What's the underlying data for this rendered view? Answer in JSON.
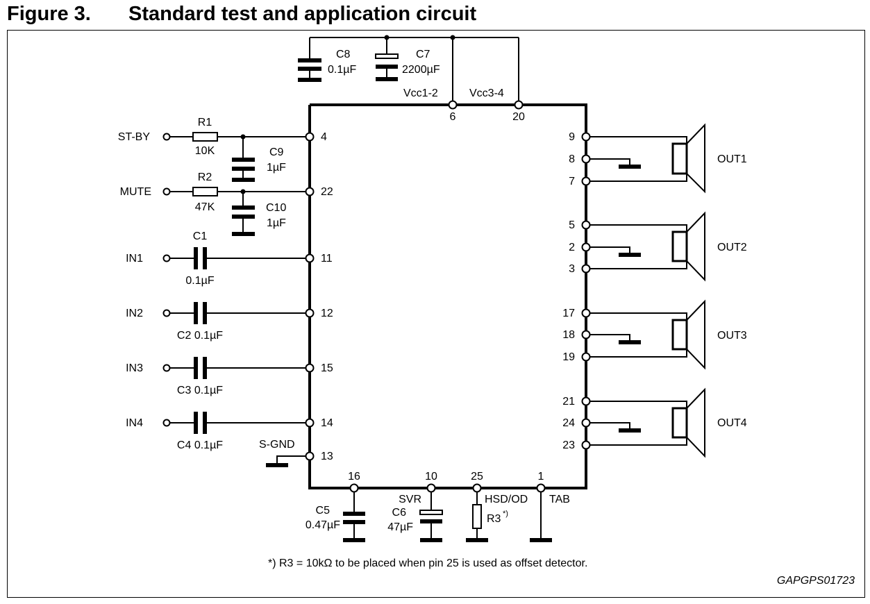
{
  "figure": {
    "number": "Figure 3.",
    "title": "Standard test and application circuit",
    "footnote": "*) R3 = 10kΩ to be placed when pin 25 is used as offset detector.",
    "code": "GAPGPS01723"
  },
  "top_components": {
    "c8": {
      "name": "C8",
      "value": "0.1µF"
    },
    "c7": {
      "name": "C7",
      "value": "2200µF"
    },
    "vcc12": "Vcc1-2",
    "vcc34": "Vcc3-4",
    "pin6": "6",
    "pin20": "20"
  },
  "left_inputs": {
    "stby": {
      "terminal": "ST-BY",
      "r_name": "R1",
      "r_value": "10K",
      "c_name": "C9",
      "c_value": "1µF",
      "pin": "4"
    },
    "mute": {
      "terminal": "MUTE",
      "r_name": "R2",
      "r_value": "47K",
      "c_name": "C10",
      "c_value": "1µF",
      "pin": "22"
    },
    "in1": {
      "terminal": "IN1",
      "c_name": "C1",
      "c_value": "0.1µF",
      "pin": "11"
    },
    "in2": {
      "terminal": "IN2",
      "c_label": "C2 0.1µF",
      "pin": "12"
    },
    "in3": {
      "terminal": "IN3",
      "c_label": "C3 0.1µF",
      "pin": "15"
    },
    "in4": {
      "terminal": "IN4",
      "c_label": "C4 0.1µF",
      "pin": "14"
    },
    "sgnd": {
      "label": "S-GND",
      "pin": "13"
    }
  },
  "outputs": [
    {
      "label": "OUT1",
      "pins": [
        "9",
        "8",
        "7"
      ]
    },
    {
      "label": "OUT2",
      "pins": [
        "5",
        "2",
        "3"
      ]
    },
    {
      "label": "OUT3",
      "pins": [
        "17",
        "18",
        "19"
      ]
    },
    {
      "label": "OUT4",
      "pins": [
        "21",
        "24",
        "23"
      ]
    }
  ],
  "bottom_components": {
    "c5": {
      "pin": "16",
      "name": "C5",
      "value": "0.47µF"
    },
    "c6": {
      "pin": "10",
      "svr": "SVR",
      "name": "C6",
      "value": "47µF"
    },
    "r3": {
      "pin": "25",
      "hsd": "HSD/OD",
      "name": "R3",
      "sup": "*)"
    },
    "tab": {
      "pin": "1",
      "label": "TAB"
    }
  }
}
